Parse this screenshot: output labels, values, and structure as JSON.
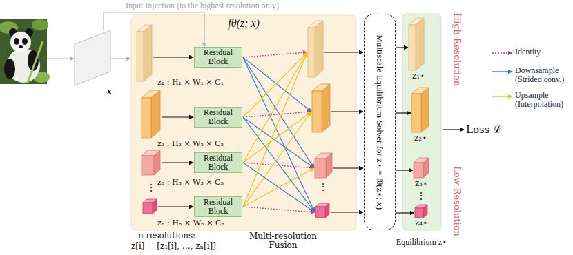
{
  "diagram": {
    "nodes": [
      {
        "text": [
          "x"
        ]
      },
      {
        "text": [
          "fθ(z; x)"
        ]
      },
      {
        "text": [
          "Residual Block"
        ],
        "in": 1
      },
      {
        "text": [
          "Residual Block"
        ],
        "in": 1
      },
      {
        "text": [
          "Residual Block"
        ],
        "in": 1
      },
      {
        "text": [
          "Residual Block"
        ],
        "in": 1
      },
      {
        "text": [
          "Multiscale Equilibrium Solver for z⋆ = fθ(z⋆; x)"
        ]
      },
      {
        "text": [
          "Equilibrium z⋆"
        ]
      }
    ],
    "edges": [
      {
        "from": 0,
        "to": 2,
        "arrow": "to",
        "label": "Input Injection (to the highest resolution only)"
      }
    ],
    "labels": [
      "z₁ : H₁ × W₁ × C₁",
      "z₂ : H₂ × W₂ × C₂",
      "z₃ : H₃ × W₃ × C₃",
      "⋮",
      "zₙ : Hₙ × Wₙ × Cₙ",
      "n resolutions:",
      "z[i] = [z₁[i], …, zₙ[i]]",
      "Multi-resolution Fusion",
      "⋮",
      "z₁⋆",
      "z₂⋆",
      "z₃⋆",
      "⋮",
      "z₄⋆",
      "High Resolution",
      "Low Resolution",
      "Loss ℒ"
    ],
    "legend": [
      {
        "text": "Identity"
      },
      {
        "text": "Downsample (Strided conv.)"
      },
      {
        "text": "Upsample (Interpolation)"
      }
    ]
  }
}
